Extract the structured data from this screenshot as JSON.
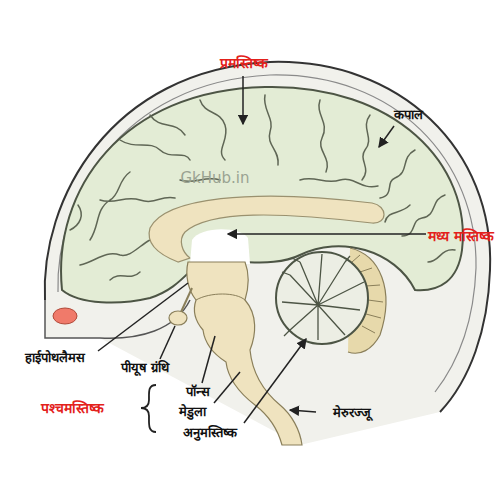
{
  "diagram": {
    "labels": [
      "प्रमस्तिष्क",
      "GkHub.in",
      "कपाल",
      "मध्य मस्तिष्क",
      "हाईपोथलैमस",
      "पीयूष ग्रंथि",
      "पॉन्स",
      "पश्चमस्तिष्क",
      "मेडुला",
      "अनुमस्तिष्क",
      "मेरुरज्जू"
    ]
  }
}
